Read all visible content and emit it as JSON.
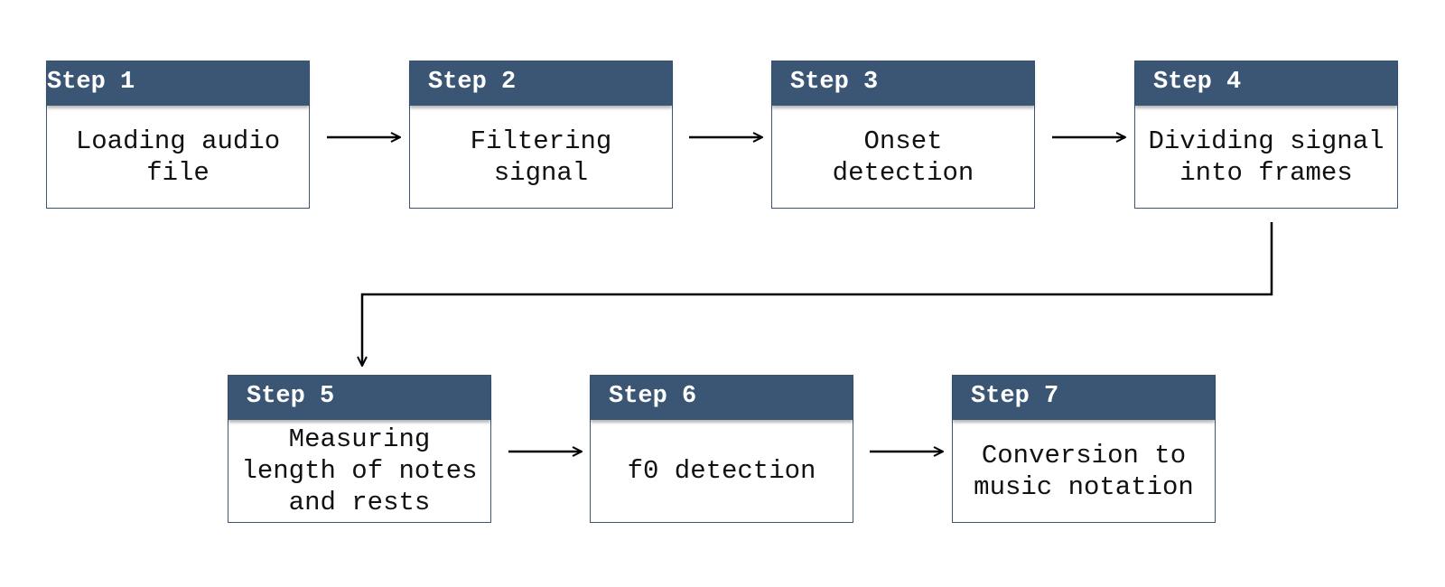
{
  "steps": [
    {
      "label": "Step 1",
      "text": "Loading audio\nfile"
    },
    {
      "label": "Step 2",
      "text": "Filtering\nsignal"
    },
    {
      "label": "Step 3",
      "text": "Onset\ndetection"
    },
    {
      "label": "Step 4",
      "text": "Dividing signal\ninto frames"
    },
    {
      "label": "Step 5",
      "text": "Measuring\nlength of notes\nand rests"
    },
    {
      "label": "Step 6",
      "text": "f0 detection"
    },
    {
      "label": "Step 7",
      "text": "Conversion to\nmusic notation"
    }
  ],
  "colors": {
    "header": "#3b5575",
    "arrow": "#000000"
  }
}
